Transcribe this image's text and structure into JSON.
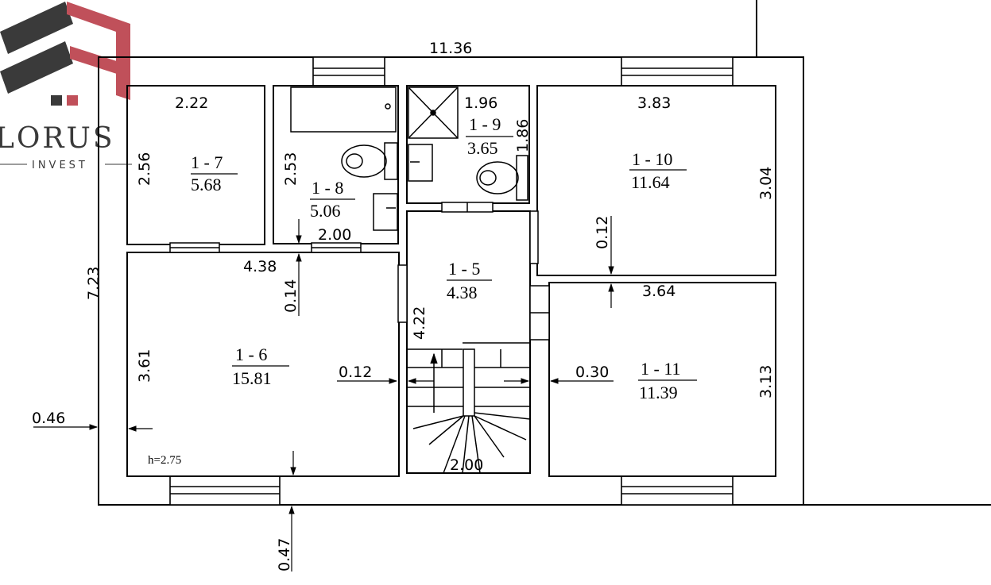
{
  "logo": {
    "name": "LORUS",
    "sub": "INVEST",
    "colors": {
      "dark": "#3a3a3a",
      "accent": "#c0505a"
    }
  },
  "dimensions": {
    "overall_width": "11.36",
    "overall_height": "7.23",
    "left_wall": "0.46",
    "bottom_wall": "0.47"
  },
  "rooms": {
    "r7": {
      "label": "1 - 7",
      "area": "5.68",
      "width": "2.22",
      "height": "2.56"
    },
    "r8": {
      "label": "1 - 8",
      "area": "5.06",
      "height": "2.53",
      "door": "2.00"
    },
    "r9": {
      "label": "1 - 9",
      "area": "3.65",
      "width": "1.96",
      "height": "1.86"
    },
    "r10": {
      "label": "1 - 10",
      "area": "11.64",
      "width": "3.83",
      "height": "3.04",
      "wall": "0.12"
    },
    "r5": {
      "label": "1 - 5",
      "area": "4.38",
      "height": "4.22",
      "stair": "2.00"
    },
    "r6": {
      "label": "1 - 6",
      "area": "15.81",
      "width": "4.38",
      "height": "3.61",
      "wall_top": "0.14",
      "wall_right": "0.12",
      "ceiling": "h=2.75"
    },
    "r11": {
      "label": "1 - 11",
      "area": "11.39",
      "width": "3.64",
      "height": "3.13",
      "wall": "0.30"
    }
  }
}
